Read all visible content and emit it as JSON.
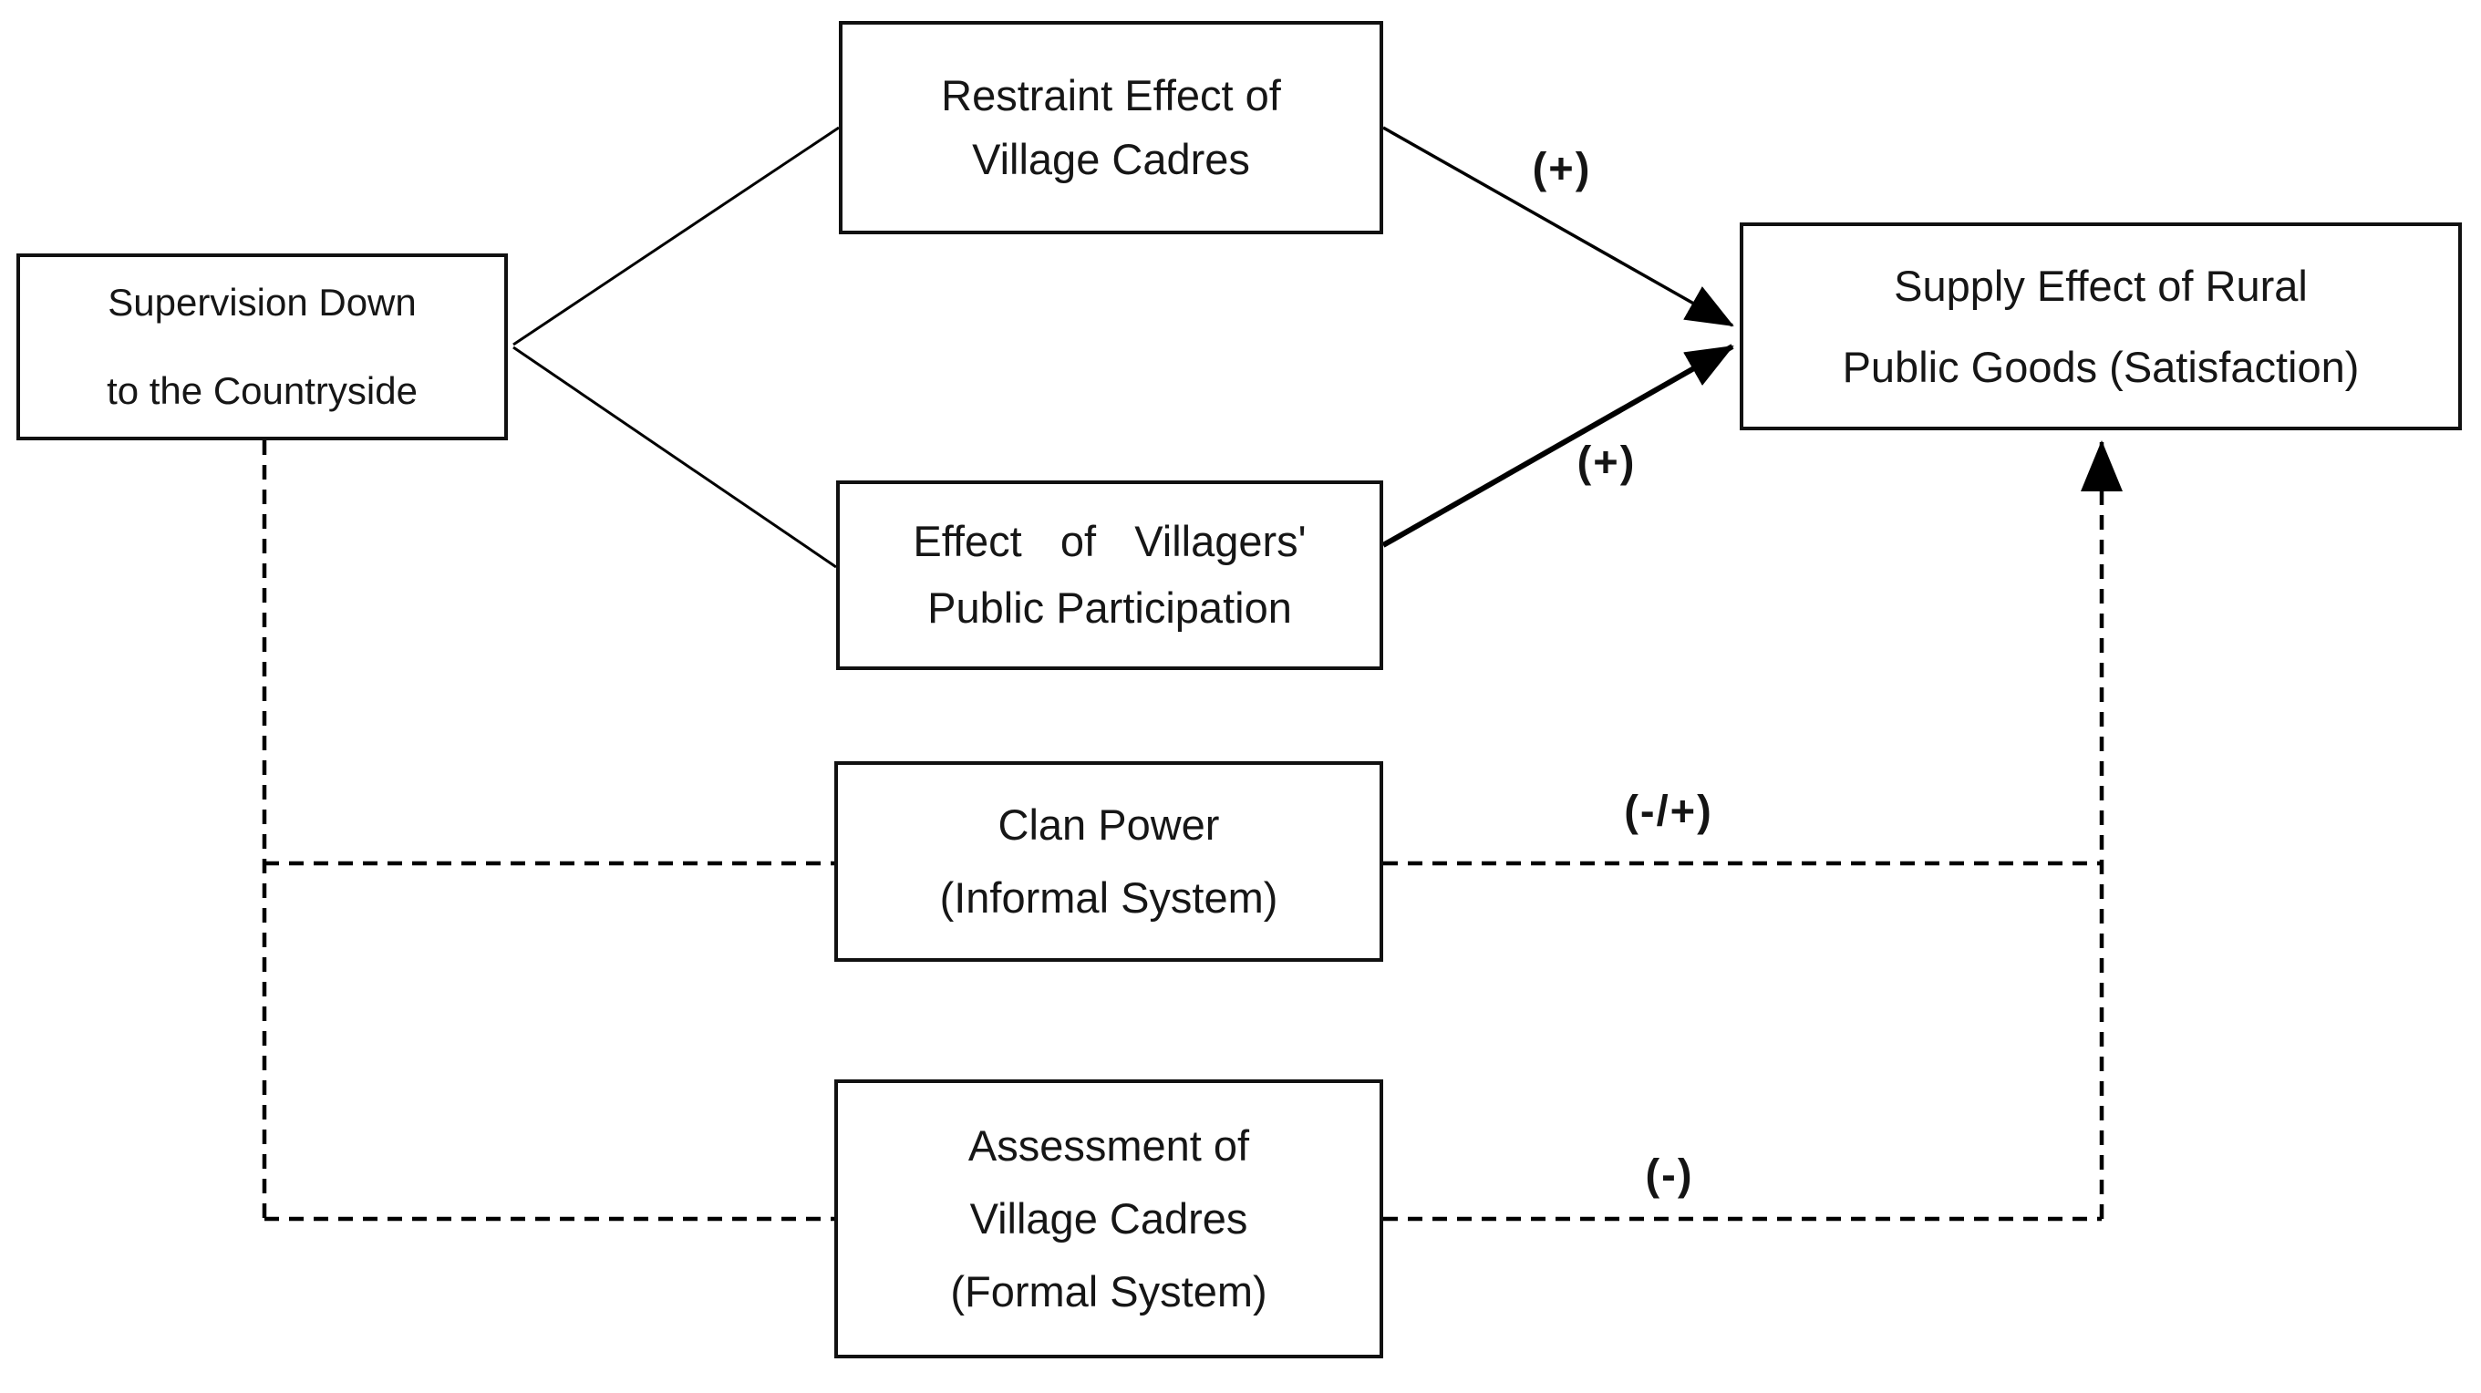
{
  "figure": {
    "background_color": "#ffffff",
    "line_color": "#000000",
    "text_color": "#161616",
    "description": "Path diagram: supervision down to the countryside affecting supply effect of rural public goods"
  },
  "nodes": {
    "supervision": {
      "lines": [
        "Supervision Down",
        "to the Countryside"
      ]
    },
    "restraint": {
      "lines": [
        "Restraint Effect of",
        "Village Cadres"
      ]
    },
    "participation": {
      "lines": [
        "Effect of Villagers'",
        "Public Participation"
      ]
    },
    "clan": {
      "lines": [
        "Clan Power",
        "(Informal System)"
      ]
    },
    "assessment": {
      "lines": [
        "Assessment of",
        "Village Cadres",
        "(Formal System)"
      ]
    },
    "supply": {
      "lines": [
        "Supply Effect of Rural",
        "Public Goods (Satisfaction)"
      ]
    }
  },
  "edges": [
    {
      "from": "supervision",
      "to": "restraint",
      "style": "solid",
      "arrow": false,
      "sign": ""
    },
    {
      "from": "supervision",
      "to": "participation",
      "style": "solid",
      "arrow": false,
      "sign": ""
    },
    {
      "from": "restraint",
      "to": "supply",
      "style": "solid",
      "arrow": true,
      "sign": "(+)"
    },
    {
      "from": "participation",
      "to": "supply",
      "style": "solid-bold",
      "arrow": true,
      "sign": "(+)"
    },
    {
      "from": "supervision",
      "to": "clan",
      "style": "dashed",
      "arrow": false,
      "sign": ""
    },
    {
      "from": "supervision",
      "to": "assessment",
      "style": "dashed",
      "arrow": false,
      "sign": ""
    },
    {
      "from": "clan",
      "to": "supply",
      "style": "dashed",
      "arrow": true,
      "sign": "(-/+)"
    },
    {
      "from": "assessment",
      "to": "supply",
      "style": "dashed",
      "arrow": true,
      "sign": "(-)"
    }
  ]
}
